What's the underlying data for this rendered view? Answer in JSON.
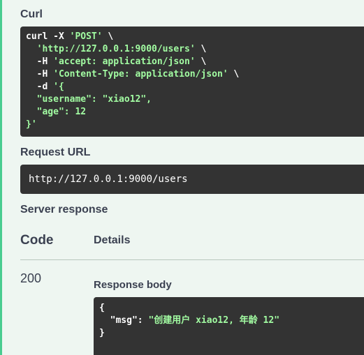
{
  "curl_section": {
    "label": "Curl",
    "lines": [
      [
        {
          "t": "curl -X ",
          "c": "plain"
        },
        {
          "t": "'POST'",
          "c": "str"
        },
        {
          "t": " \\",
          "c": "plain"
        }
      ],
      [
        {
          "t": "  ",
          "c": "plain"
        },
        {
          "t": "'http://127.0.0.1:9000/users'",
          "c": "str"
        },
        {
          "t": " \\",
          "c": "plain"
        }
      ],
      [
        {
          "t": "  -H ",
          "c": "plain"
        },
        {
          "t": "'accept: application/json'",
          "c": "str"
        },
        {
          "t": " \\",
          "c": "plain"
        }
      ],
      [
        {
          "t": "  -H ",
          "c": "plain"
        },
        {
          "t": "'Content-Type: application/json'",
          "c": "str"
        },
        {
          "t": " \\",
          "c": "plain"
        }
      ],
      [
        {
          "t": "  -d ",
          "c": "plain"
        },
        {
          "t": "'{",
          "c": "str"
        }
      ],
      [
        {
          "t": "  \"username\": \"xiao12\",",
          "c": "str"
        }
      ],
      [
        {
          "t": "  \"age\": 12",
          "c": "str"
        }
      ],
      [
        {
          "t": "}'",
          "c": "str"
        }
      ]
    ]
  },
  "request_url": {
    "label": "Request URL",
    "value": "http://127.0.0.1:9000/users"
  },
  "server_response": {
    "label": "Server response",
    "col_code": "Code",
    "col_details": "Details",
    "status_code": "200",
    "body_label": "Response body",
    "body_lines": [
      [
        {
          "t": "{",
          "c": "plain"
        }
      ],
      [
        {
          "t": "  \"msg\"",
          "c": "plain"
        },
        {
          "t": ": ",
          "c": "plain"
        },
        {
          "t": "\"创建用户 xiao12, 年龄 12\"",
          "c": "str"
        }
      ],
      [
        {
          "t": "}",
          "c": "plain"
        }
      ]
    ]
  },
  "colors": {
    "accent": "#49cc90",
    "code_bg": "#333333",
    "string": "#a2fca2"
  }
}
